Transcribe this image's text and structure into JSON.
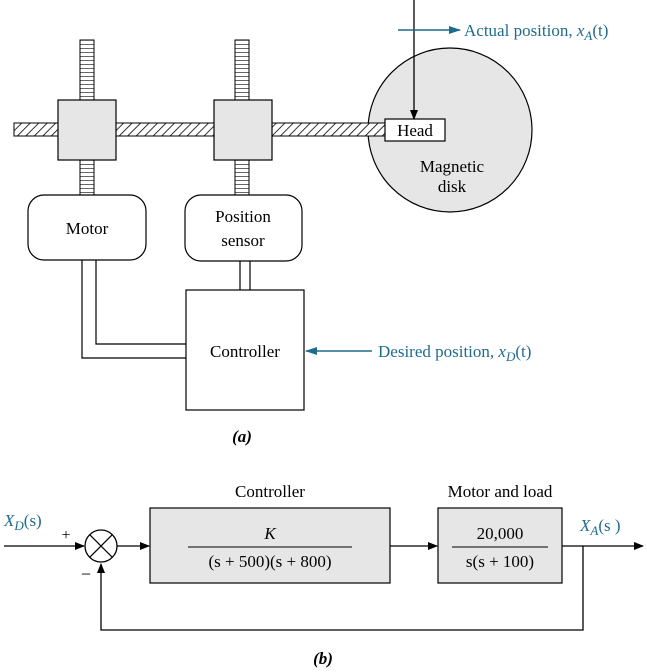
{
  "part_a": {
    "caption": "(a)",
    "motor_label": "Motor",
    "sensor_label_line1": "Position",
    "sensor_label_line2": "sensor",
    "controller_label": "Controller",
    "head_label": "Head",
    "disk_label_line1": "Magnetic",
    "disk_label_line2": "disk",
    "actual_position_text": "Actual position, ",
    "actual_position_var": "x",
    "actual_position_sub": "A",
    "actual_position_arg": "(t)",
    "desired_position_text": "Desired position, ",
    "desired_position_var": "x",
    "desired_position_sub": "D",
    "desired_position_arg": "(t)"
  },
  "part_b": {
    "caption": "(b)",
    "input_var": "X",
    "input_sub": "D",
    "input_arg": "(s)",
    "plus_sign": "+",
    "minus_sign": "−",
    "controller_title": "Controller",
    "controller_num": "K",
    "controller_den": "(s + 500)(s + 800)",
    "plant_title": "Motor and load",
    "plant_num": "20,000",
    "plant_den": "s(s + 100)",
    "output_var": "X",
    "output_sub": "A",
    "output_arg": "(s )"
  },
  "colors": {
    "accent": "#1f6b8c",
    "disk_fill": "#e6e6e6",
    "block_fill": "#e6e6e6"
  }
}
